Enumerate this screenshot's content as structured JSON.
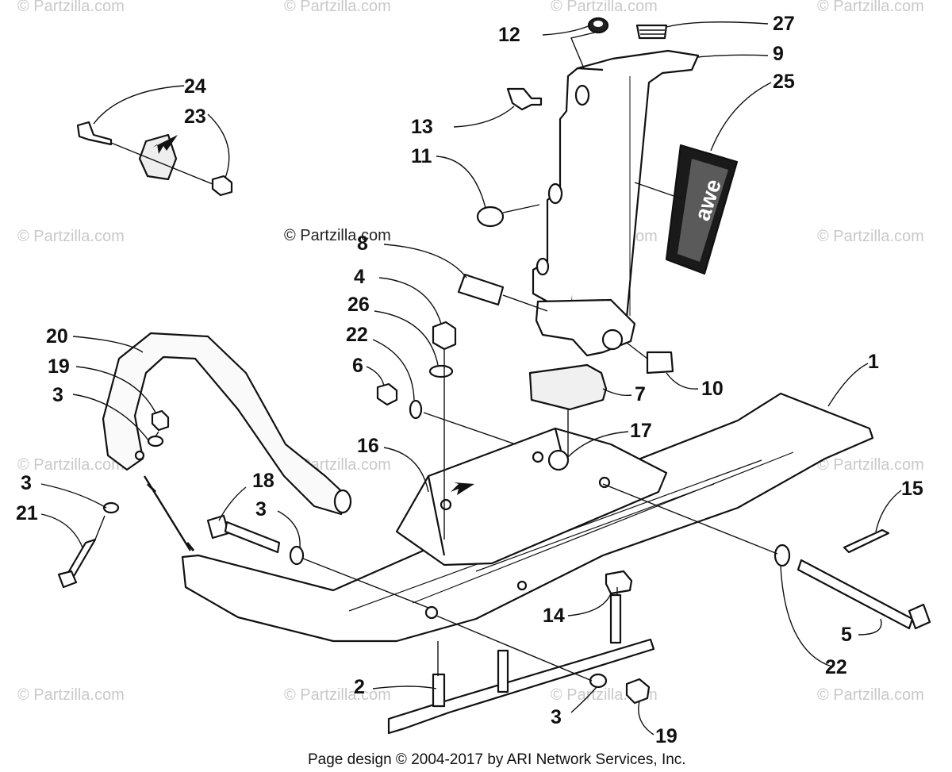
{
  "diagram": {
    "watermark_text": "© Partzilla.com",
    "copyright_label": "© Partzilla.com",
    "footer": "Page design © 2004-2017 by ARI Network Services, Inc.",
    "callouts": [
      "1",
      "2",
      "3",
      "3",
      "3",
      "3",
      "4",
      "5",
      "6",
      "7",
      "8",
      "9",
      "10",
      "11",
      "12",
      "13",
      "14",
      "15",
      "16",
      "17",
      "18",
      "19",
      "19",
      "20",
      "21",
      "22",
      "22",
      "23",
      "24",
      "25",
      "26",
      "27"
    ],
    "decal_text": "awe",
    "colors": {
      "ink": "#111111",
      "watermark": "#c9c9c9",
      "decal": "#1a1a1a"
    }
  }
}
